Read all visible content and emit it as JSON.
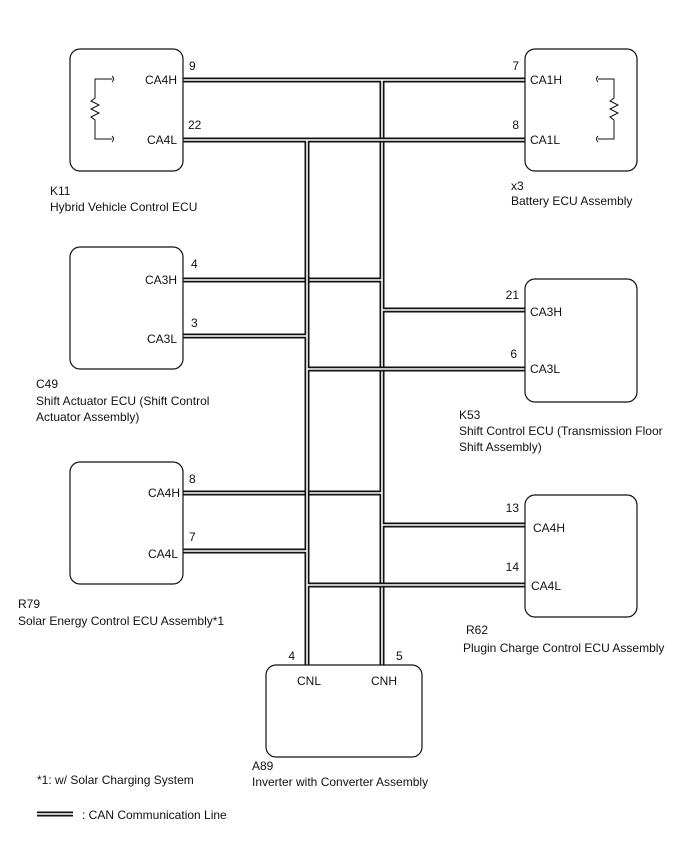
{
  "ecus": {
    "k11": {
      "code": "K11",
      "name": "Hybrid Vehicle Control ECU",
      "pins": {
        "h": "CA4H",
        "l": "CA4L",
        "h_num": "9",
        "l_num": "22"
      }
    },
    "x3": {
      "code": "x3",
      "name": "Battery ECU Assembly",
      "pins": {
        "h": "CA1H",
        "l": "CA1L",
        "h_num": "7",
        "l_num": "8"
      }
    },
    "c49": {
      "code": "C49",
      "name_line1": "Shift Actuator ECU (Shift Control",
      "name_line2": "Actuator Assembly)",
      "pins": {
        "h": "CA3H",
        "l": "CA3L",
        "h_num": "4",
        "l_num": "3"
      }
    },
    "k53": {
      "code": "K53",
      "name_line1": "Shift Control ECU (Transmission Floor",
      "name_line2": "Shift Assembly)",
      "pins": {
        "h": "CA3H",
        "l": "CA3L",
        "h_num": "21",
        "l_num": "6"
      }
    },
    "r79": {
      "code": "R79",
      "name": "Solar Energy Control ECU Assembly*1",
      "pins": {
        "h": "CA4H",
        "l": "CA4L",
        "h_num": "8",
        "l_num": "7"
      }
    },
    "r62": {
      "code": "R62",
      "name": "Plugin Charge Control ECU Assembly",
      "pins": {
        "h": "CA4H",
        "l": "CA4L",
        "h_num": "13",
        "l_num": "14"
      }
    },
    "a89": {
      "code": "A89",
      "name": "Inverter with Converter Assembly",
      "pins": {
        "l": "CNL",
        "h": "CNH",
        "l_num": "4",
        "h_num": "5"
      }
    }
  },
  "footnote": "*1: w/ Solar Charging System",
  "legend": {
    "label": ": CAN Communication Line"
  }
}
